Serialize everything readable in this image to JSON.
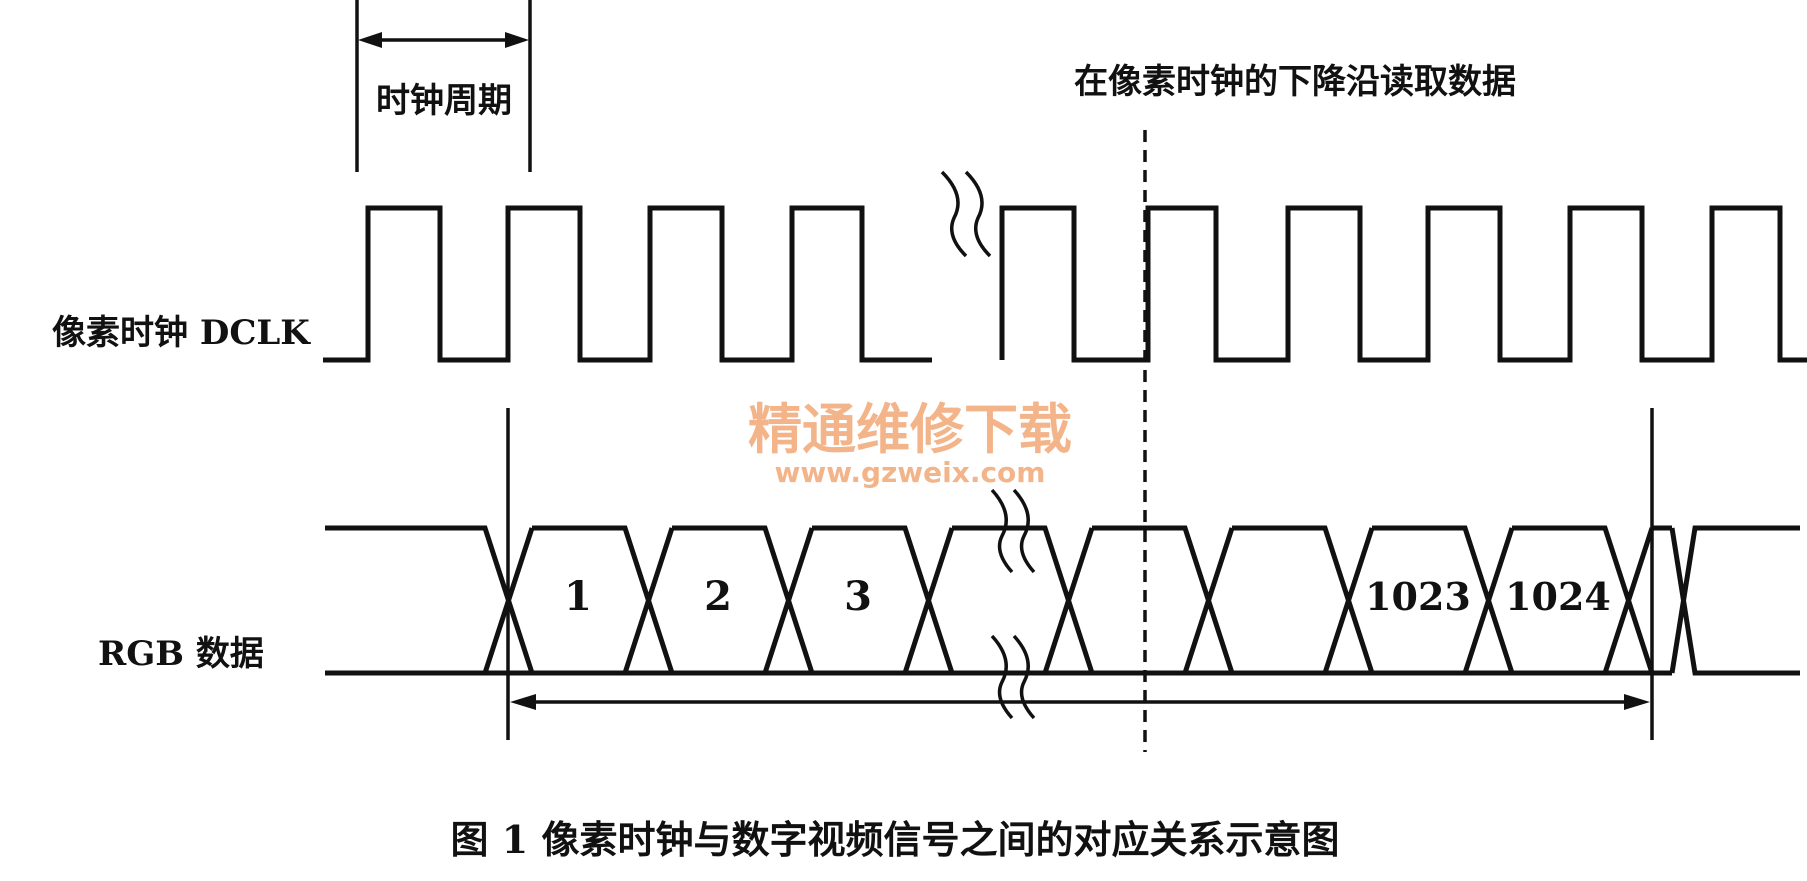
{
  "labels": {
    "clock_period": "时钟周期",
    "falling_edge_note": "在像素时钟的下降沿读取数据",
    "pixel_clock": "像素时钟 DCLK",
    "rgb_data": "RGB 数据",
    "caption": "图 1 像素时钟与数字视频信号之间的对应关系示意图"
  },
  "data_cells": [
    "1",
    "2",
    "3",
    "",
    "",
    "",
    "1023",
    "1024"
  ],
  "watermark": {
    "title": "精通维修下载",
    "url": "www.gzweix.com",
    "color": "#f3b48a"
  },
  "colors": {
    "line": "#111111",
    "background": "#ffffff"
  }
}
